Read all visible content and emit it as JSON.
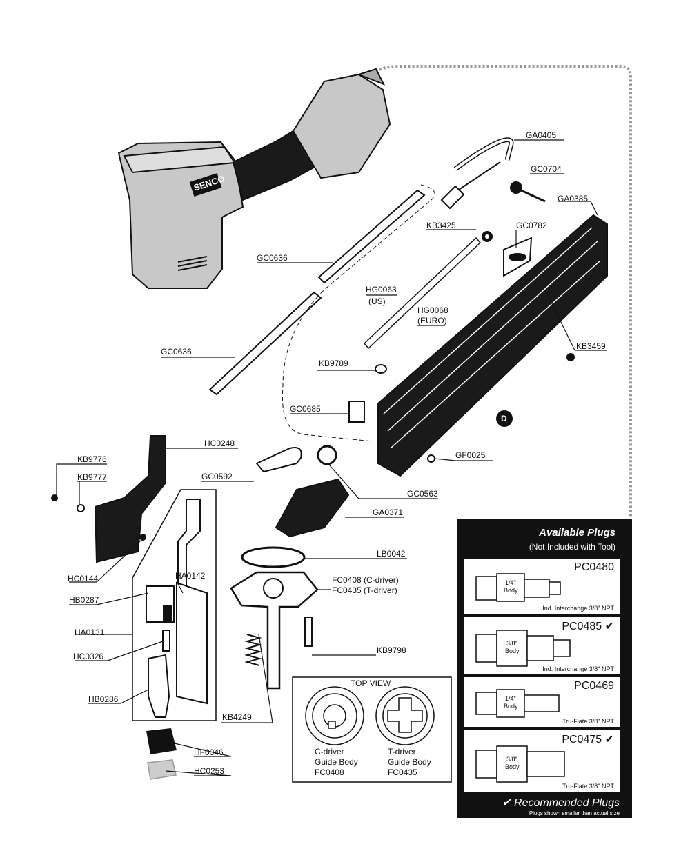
{
  "parts": {
    "GA0405": "GA0405",
    "GC0704": "GC0704",
    "GA0385": "GA0385",
    "KB3425": "KB3425",
    "GC0782": "GC0782",
    "GC0636_a": "GC0636",
    "GC0636_b": "GC0636",
    "HG0063": "HG0063",
    "HG0063_sub": "(US)",
    "HG0068": "HG0068",
    "HG0068_sub": "(EURO)",
    "KB3459": "KB3459",
    "KB9789": "KB9789",
    "GC0685": "GC0685",
    "D": "D",
    "GF0025": "GF0025",
    "HC0248": "HC0248",
    "KB9776": "KB9776",
    "KB9777": "KB9777",
    "GC0592": "GC0592",
    "GC0563": "GC0563",
    "GA0371": "GA0371",
    "LB0042": "LB0042",
    "FC0408": "FC0408 (C-driver)",
    "FC0435": "FC0435 (T-driver)",
    "HC0144": "HC0144",
    "HA0142": "HA0142",
    "HB0287": "HB0287",
    "HA0131": "HA0131",
    "HC0326": "HC0326",
    "KB9798": "KB9798",
    "HB0286": "HB0286",
    "KB4249": "KB4249",
    "HF0046": "HF0046",
    "HC0253": "HC0253"
  },
  "brand_logo": "SENCO",
  "top_view": {
    "title": "TOP VIEW",
    "c_line1": "C-driver",
    "c_line2": "Guide Body",
    "c_line3": "FC0408",
    "t_line1": "T-driver",
    "t_line2": "Guide Body",
    "t_line3": "FC0435"
  },
  "plugs_panel": {
    "title": "Available Plugs",
    "subtitle": "(Not Included with Tool)",
    "recommended": "✔ Recommended Plugs",
    "note": "Plugs shown smaller than actual size",
    "plugs": [
      {
        "code": "PC0480",
        "recommended": false,
        "body": "1/4\"",
        "body_word": "Body",
        "desc": "Ind. Interchange 3/8\" NPT"
      },
      {
        "code": "PC0485 ✔",
        "recommended": true,
        "body": "3/8\"",
        "body_word": "Body",
        "desc": "Ind. Interchange 3/8\" NPT"
      },
      {
        "code": "PC0469",
        "recommended": false,
        "body": "1/4\"",
        "body_word": "Body",
        "desc": "Tru-Flate 3/8\" NPT"
      },
      {
        "code": "PC0475 ✔",
        "recommended": true,
        "body": "3/8\"",
        "body_word": "Body",
        "desc": "Tru-Flate 3/8\" NPT"
      }
    ]
  },
  "colors": {
    "housing": "#c8c8c8",
    "ink": "#111111",
    "panel": "#111111",
    "dotted": "#999999"
  }
}
